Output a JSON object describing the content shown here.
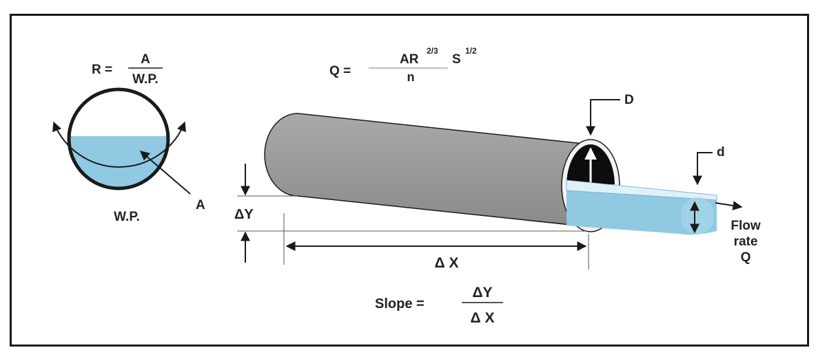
{
  "colors": {
    "water": "#8fc9e2",
    "water_dark": "#6fb3d3",
    "pipe": "#9d9d9d",
    "pipe_dark": "#7f7f7f",
    "outline": "#1a1a1a"
  },
  "cross_section": {
    "hydraulic_radius": {
      "lhs": "R =",
      "numerator": "A",
      "denominator": "W.P."
    },
    "area_label": "A",
    "wetted_perimeter_label": "W.P."
  },
  "manning": {
    "lhs": "Q =",
    "numerator_main": "AR",
    "numerator_exp": "2/3",
    "slope_term": "S",
    "slope_exp": "1/2",
    "denominator": "n"
  },
  "pipe": {
    "diameter_label": "D",
    "depth_label": "d",
    "delta_y_label": "ΔY",
    "delta_x_label": "Δ X",
    "flow_label_1": "Flow",
    "flow_label_2": "rate",
    "flow_label_3": "Q"
  },
  "slope": {
    "lhs": "Slope =",
    "numerator": "ΔY",
    "denominator": "Δ X"
  }
}
